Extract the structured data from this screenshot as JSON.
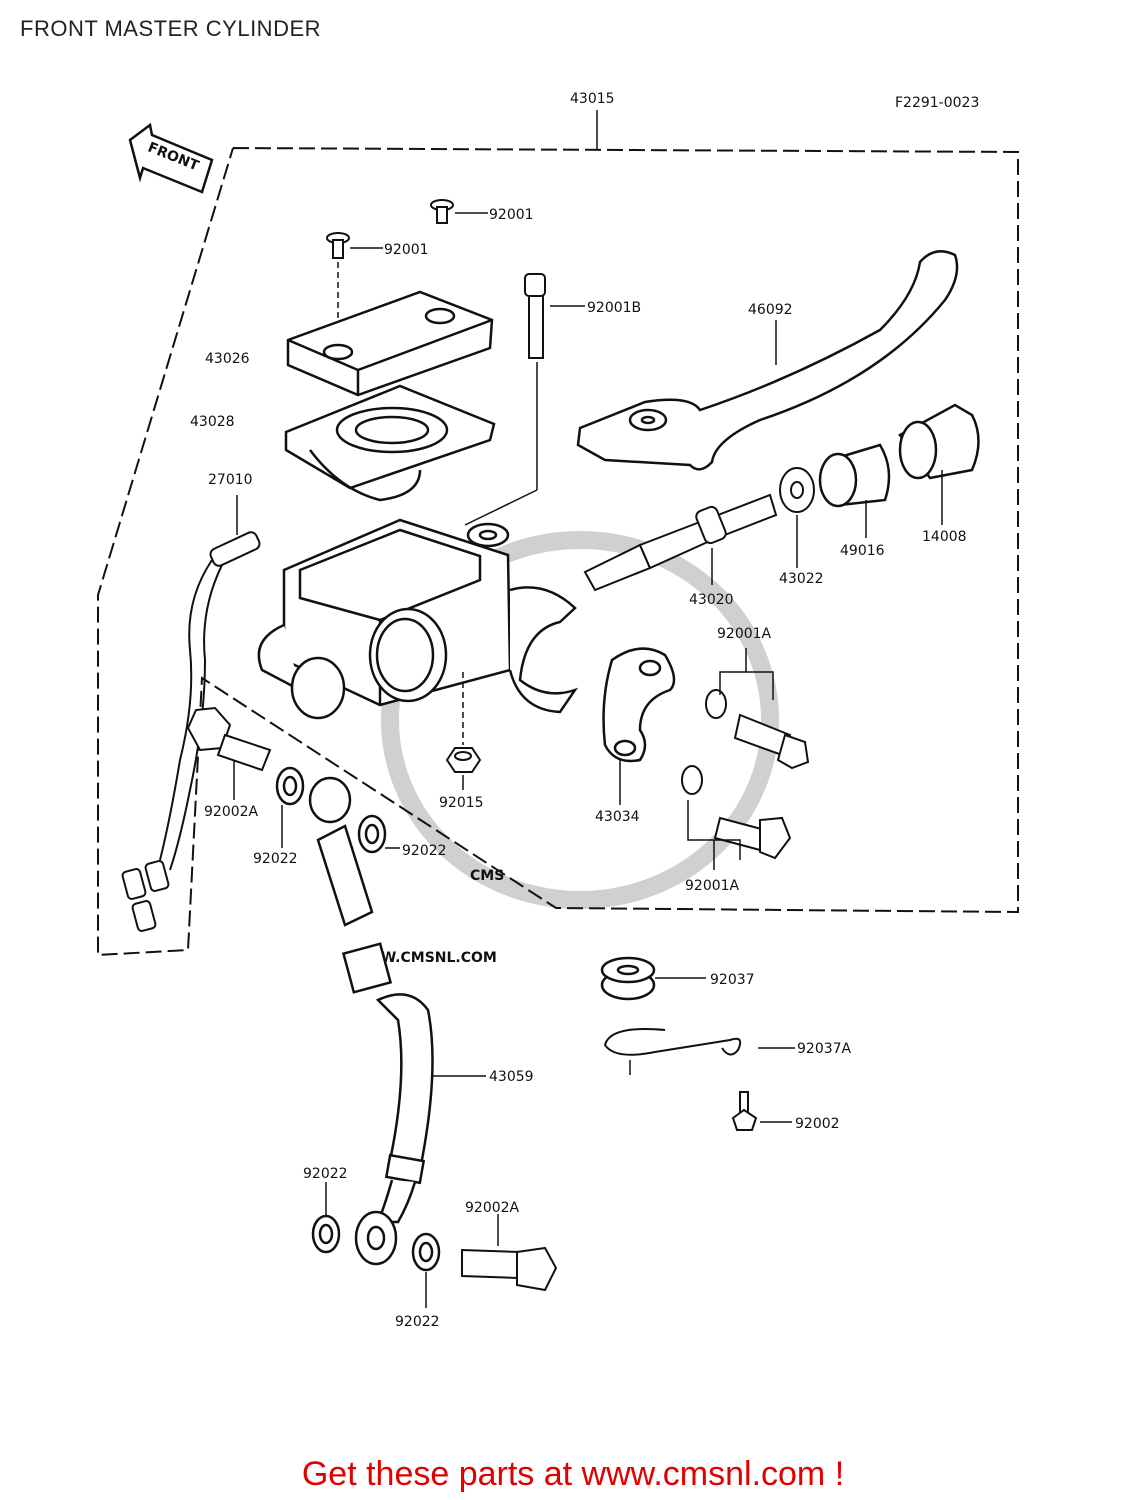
{
  "page": {
    "title": "FRONT MASTER CYLINDER"
  },
  "diagram": {
    "code": "F2291-0023",
    "front_label": "FRONT",
    "assembly": "43015",
    "parts": {
      "screw_top": "92001",
      "screw_left": "92001",
      "bolt_pivot": "92001B",
      "lever": "46092",
      "cap": "43026",
      "diaphragm": "43028",
      "switch": "27010",
      "piston": "43020",
      "washer_piston": "43022",
      "cup": "49016",
      "boot": "14008",
      "bolt_clamp_upper": "92001A",
      "bolt_clamp_lower": "92001A",
      "nut": "92015",
      "clamp": "43034",
      "banjo_bolt_upper": "92002A",
      "gasket_1": "92022",
      "gasket_2": "92022",
      "grommet": "92037",
      "clip": "92037A",
      "bolt_small": "92002",
      "hose": "43059",
      "gasket_3": "92022",
      "banjo_bolt_lower": "92002A",
      "gasket_4": "92022"
    }
  },
  "watermark": {
    "logo": "CMS",
    "url": "WWW.CMSNL.COM"
  },
  "footer": {
    "text": "Get these parts at www.cmsnl.com !"
  },
  "colors": {
    "footer": "#e00000",
    "line": "#111111",
    "watermark": "#d9d9d9"
  }
}
